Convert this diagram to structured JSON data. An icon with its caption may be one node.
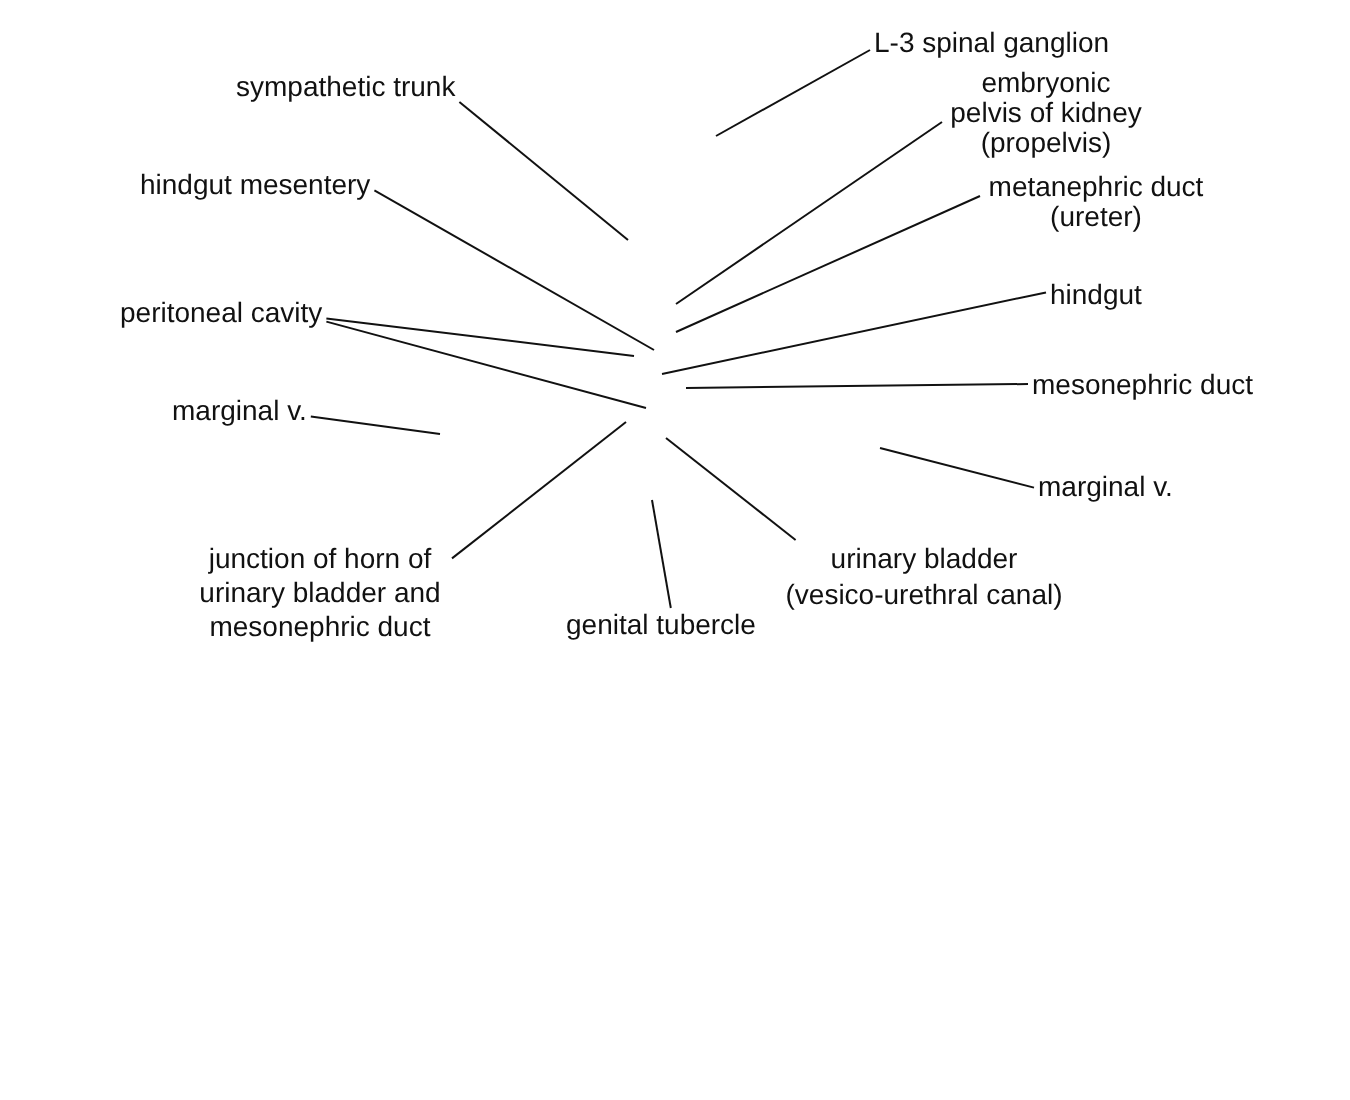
{
  "diagram": {
    "nodes": [
      {
        "text": [
          "L-3 spinal ganglion"
        ]
      },
      {
        "text": [
          "sympathetic trunk"
        ]
      },
      {
        "text": [
          "embryonic pelvis of kidney (propelvis)"
        ]
      },
      {
        "text": [
          "hindgut mesentery"
        ]
      },
      {
        "text": [
          "metanephric duct (ureter)"
        ]
      },
      {
        "text": [
          "hindgut"
        ]
      },
      {
        "text": [
          "peritoneal cavity"
        ]
      },
      {
        "text": [
          "mesonephric duct"
        ]
      },
      {
        "text": [
          "marginal v."
        ]
      },
      {
        "text": [
          "marginal v."
        ]
      },
      {
        "text": [
          "junction of horn of urinary bladder and mesonephric duct"
        ]
      },
      {
        "text": [
          "genital tubercle"
        ]
      },
      {
        "text": [
          "urinary bladder (vesico-urethral canal)"
        ]
      }
    ],
    "edges": [
      {
        "from": 0,
        "to": null,
        "arrow": "none"
      },
      {
        "from": 1,
        "to": null,
        "arrow": "none"
      },
      {
        "from": 2,
        "to": null,
        "arrow": "none"
      },
      {
        "from": 3,
        "to": null,
        "arrow": "none"
      },
      {
        "from": 4,
        "to": null,
        "arrow": "none"
      },
      {
        "from": 5,
        "to": null,
        "arrow": "none"
      },
      {
        "from": 6,
        "to": null,
        "arrow": "none"
      },
      {
        "from": 6,
        "to": null,
        "arrow": "none"
      },
      {
        "from": 7,
        "to": null,
        "arrow": "none"
      },
      {
        "from": 8,
        "to": null,
        "arrow": "none"
      },
      {
        "from": 9,
        "to": null,
        "arrow": "none"
      },
      {
        "from": 10,
        "to": null,
        "arrow": "none"
      },
      {
        "from": 11,
        "to": null,
        "arrow": "none"
      },
      {
        "from": 12,
        "to": null,
        "arrow": "none"
      }
    ]
  }
}
